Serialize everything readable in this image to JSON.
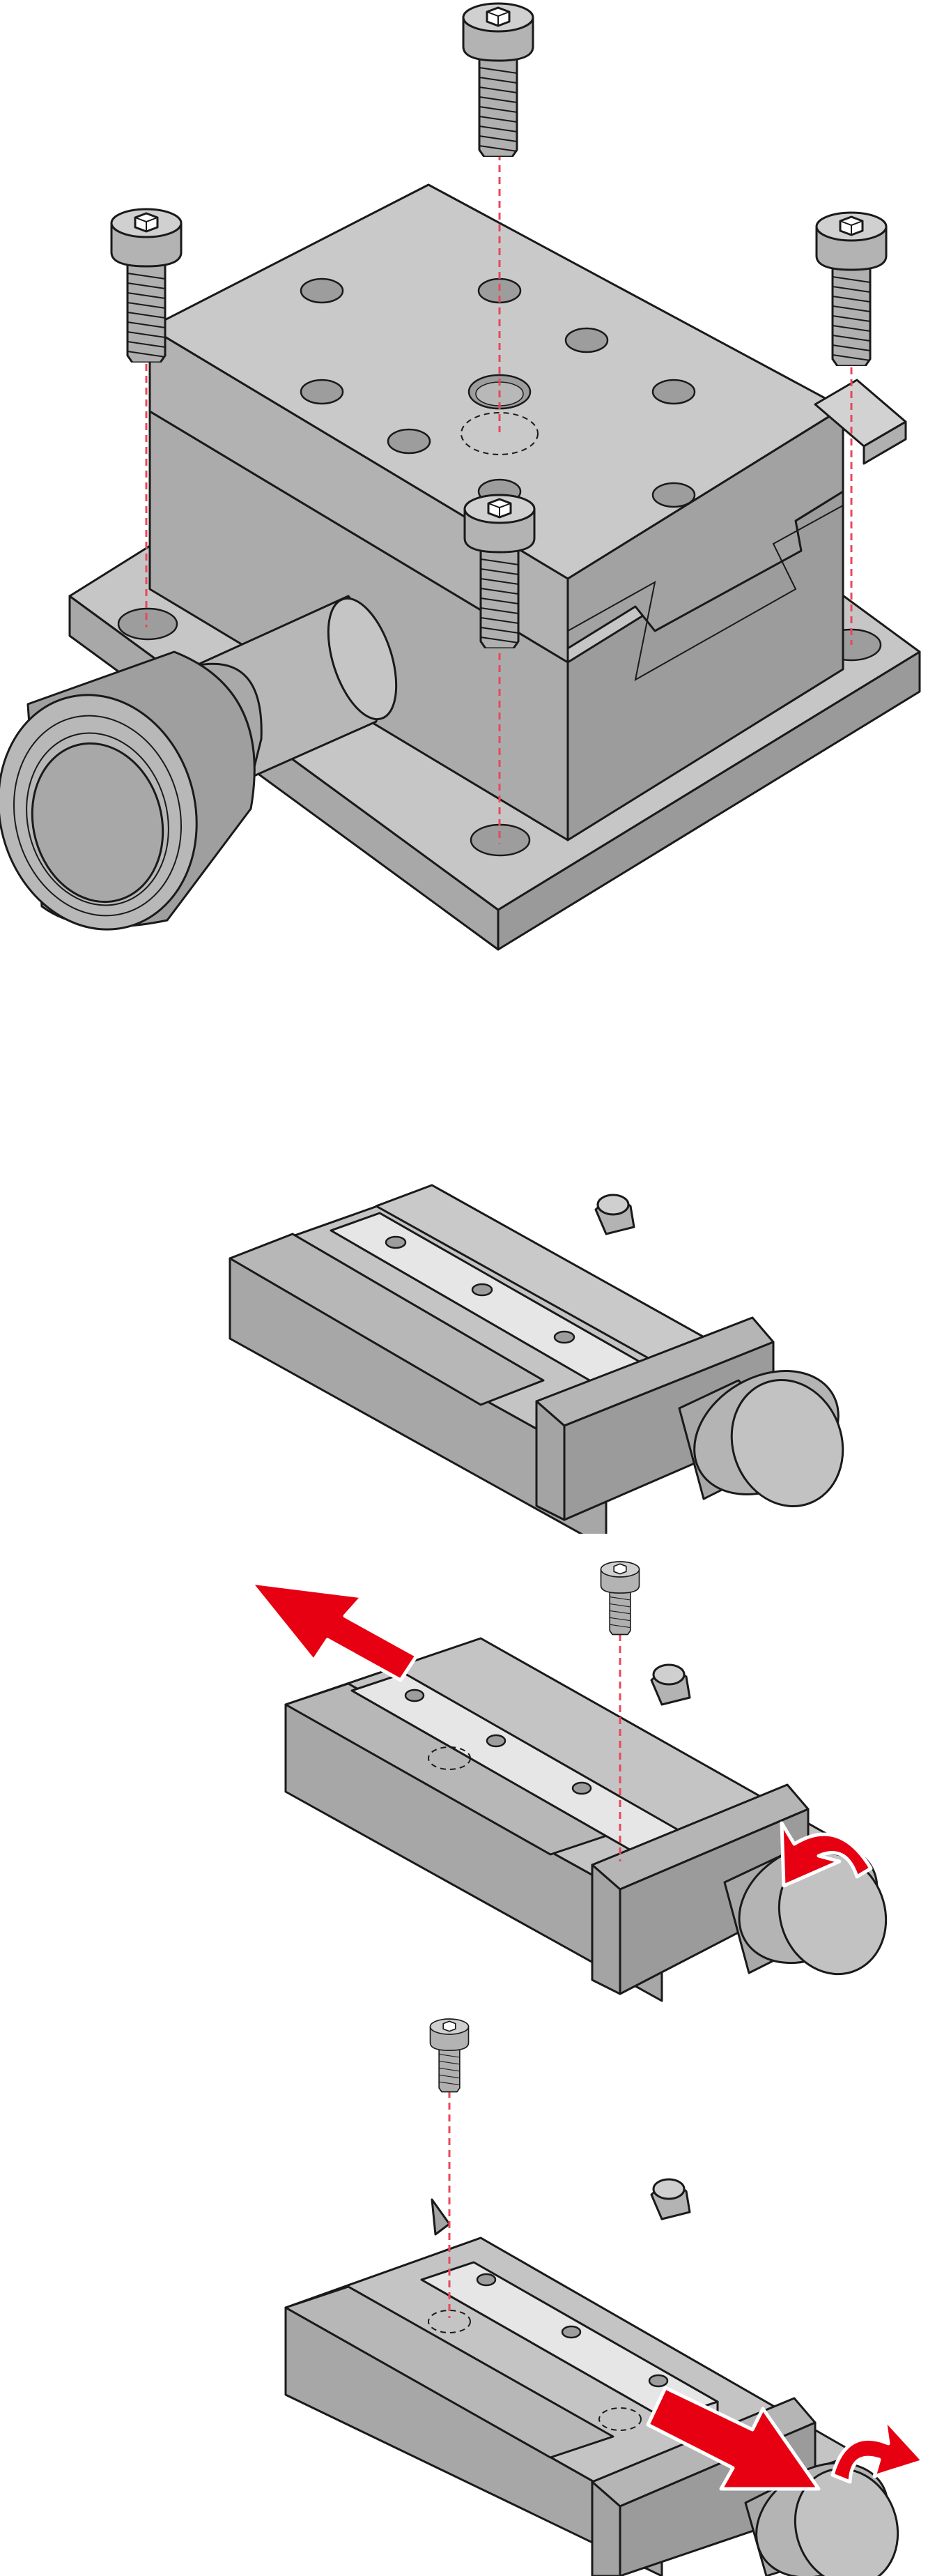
{
  "figure": {
    "views": [
      {
        "id": "top",
        "subject": "stage-with-mounting-screws",
        "screw_count": 4
      },
      {
        "id": "mid",
        "subject": "slide-rail-with-cover-plate"
      },
      {
        "id": "step2",
        "subject": "slide-cover-removal",
        "screw_count": 1
      },
      {
        "id": "step3",
        "subject": "slide-cover-refit",
        "screw_count": 1
      }
    ],
    "colors": {
      "body_top": "#c4c4c4",
      "body_side": "#a6a6a6",
      "body_dark": "#8f8f8f",
      "plate": "#e6e6e6",
      "outline": "#1a1a1a",
      "guide_line": "#e8485a",
      "arrow": "#e60012"
    },
    "icons": [
      "hex-socket-screw-icon",
      "red-arrow-icon",
      "rotation-arrow-icon"
    ]
  }
}
